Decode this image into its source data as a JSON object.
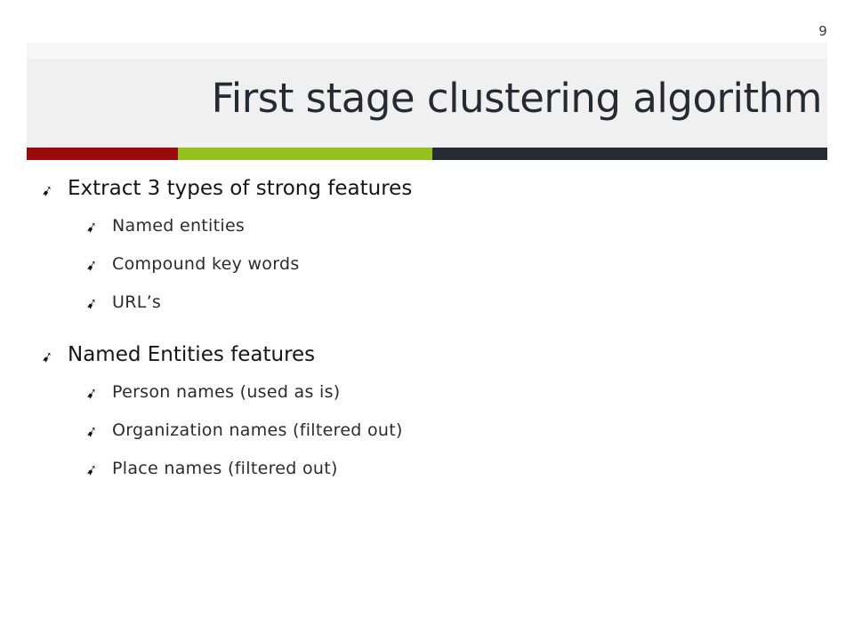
{
  "slide": {
    "number": "9",
    "title": "First stage clustering algorithm"
  },
  "theme": {
    "accent_colors": [
      "#9b0a0a",
      "#95c11f",
      "#262a33"
    ],
    "title_band_color": "#f0f0f0",
    "bullet_icon": "arrow-bullet-icon",
    "bullet_glyph": "➹"
  },
  "bullets": [
    {
      "text": "Extract 3 types of strong features",
      "children": [
        "Named entities",
        "Compound key words",
        "URL’s"
      ]
    },
    {
      "text": "Named Entities features",
      "children": [
        "Person names (used as is)",
        "Organization names (filtered out)",
        "Place names (filtered out)"
      ]
    }
  ]
}
